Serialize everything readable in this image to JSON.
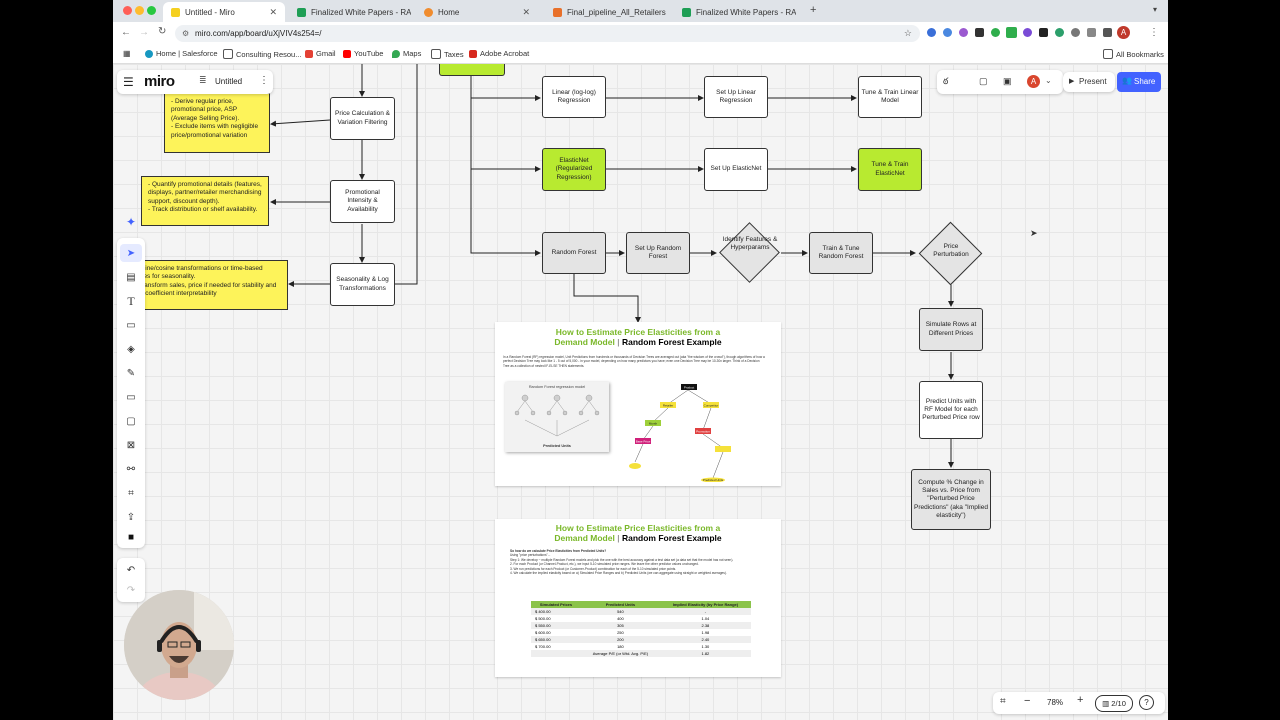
{
  "browser": {
    "tabs": [
      {
        "label": "Untitled - Miro",
        "active": true
      },
      {
        "label": "Finalized White Papers - RA C...",
        "active": false
      },
      {
        "label": "Home",
        "active": false
      },
      {
        "label": "Final_pipeline_All_Retailers",
        "active": false
      },
      {
        "label": "Finalized White Papers - RA C...",
        "active": false
      }
    ],
    "new_tab": "+",
    "url": "miro.com/app/board/uXjVIV4s254=/",
    "bookmarks": [
      "Home | Salesforce",
      "Consulting Resou...",
      "Gmail",
      "YouTube",
      "Maps",
      "Taxes",
      "Adobe Acrobat"
    ],
    "all_bookmarks": "All Bookmarks"
  },
  "miro": {
    "logo": "miro",
    "board_name": "Untitled",
    "more": "⋮",
    "present_label": "Present",
    "share_label": "Share",
    "avatar_initial": "A",
    "zoom": "78%",
    "pages": "2/10",
    "zoom_minus": "−",
    "zoom_plus": "+",
    "help": "?"
  },
  "flow": {
    "stickies": [
      "- Derive regular price, promotional price, ASP (Average Selling Price).\n- Exclude items with negligible price/promotional variation",
      "- Quantify promotional details (features, displays, partner/retailer merchandising support, discount depth).\n- Track distribution or shelf availability.",
      "sine/cosine transformations or time-based\nies for seasonality.\nransform sales, price if needed for stability and\nl coefficient interpretability"
    ],
    "nodes": {
      "price_calc": "Price Calculation & Variation Filtering",
      "promo": "Promotional Intensity & Availability",
      "seasonality": "Seasonality & Log Transformations",
      "linear": "Linear (log-log) Regression",
      "setup_linear": "Set Up Linear Regression",
      "tune_linear": "Tune & Train Linear Model",
      "elasticnet": "ElasticNet (Regularized Regression)",
      "setup_elastic": "Set Up ElasticNet",
      "tune_elastic": "Tune & Train ElasticNet",
      "rf": "Random Forest",
      "setup_rf": "Set Up Random Forest",
      "identify": "Identify Features & Hyperparams",
      "train_rf": "Train & Tune Random Forest",
      "perturb": "Price Perturbation",
      "simulate": "Simulate Rows at Different Prices",
      "predict": "Predict Units with RF Model for each Perturbed Price row",
      "compute": "Compute % Change in Sales vs. Price from \"Perturbed Price Predictions\" (aka \"Implied elasticity\")"
    }
  },
  "slide1": {
    "title_a": "How to Estimate Price Elasticities from a",
    "title_b": "Demand Model",
    "title_sep": "|",
    "title_c": "Random Forest Example",
    "body": "In a Random Forest (RF) regression model, Unit Predictions from hundreds or thousands of Decision Trees are averaged out (aka \"the wisdom of the crowd\"), though algorithms of how a perfect Decision Tree may look like 1 - 5 out of 5,000 - in your model, depending on how many predictors you have; even one Decision Tree may be 10-30x larger. Think of a Decision Tree as a collection of nested IF-ELSE THEN statements.",
    "tree_caption": "Random Forest regression model",
    "tree_output": "Predicted Units",
    "nodes": [
      "Product",
      "Retailer",
      "Competitor",
      "Month",
      "Promotion",
      "Base Price",
      "Predicted Units"
    ]
  },
  "slide2": {
    "title_a": "How to Estimate Price Elasticities from a",
    "title_b": "Demand Model",
    "title_sep": "|",
    "title_c": "Random Forest Example",
    "question": "So how do we calculate Price Elasticities from Predicted Units?",
    "intro": "Using \"price perturbations\"...",
    "steps": [
      "Step 1: We develop ~ multiple Random Forest models and pick the one with the best accuracy against a test data set (a data set that the model has not seen).",
      "2. For each Product (or Channel-Product, etc.), we input 5-10 simulated price ranges. We leave the other predictor values unchanged.",
      "3. We run predictions for each Product (or Customer-Product) combination for each of the 5-10 simulated price points.",
      "4. We calculate the implied elasticity based on a) Simulated Price Ranges and b) Predicted Units (we can aggregate using straight or weighted averages)."
    ],
    "table": {
      "headers": [
        "Simulated Prices",
        "Predicted Units",
        "Implied Elasticity (by Price Range)"
      ],
      "rows": [
        [
          "$ 400.00",
          "540",
          "-"
        ],
        [
          "$ 500.00",
          "400",
          "1.04"
        ],
        [
          "$ 550.00",
          "305",
          "2.38"
        ],
        [
          "$ 600.00",
          "250",
          "1.98"
        ],
        [
          "$ 650.00",
          "200",
          "2.40"
        ],
        [
          "$ 700.00",
          "180",
          "1.30"
        ]
      ],
      "footer_label": "Average P/E (or Wtd. Avg. P/E)",
      "footer_value": "1.82"
    }
  },
  "colors": {
    "sticky": "#fdf35a",
    "green_node": "#b8ea30",
    "share": "#4262ff",
    "slide_green": "#7ab829"
  }
}
